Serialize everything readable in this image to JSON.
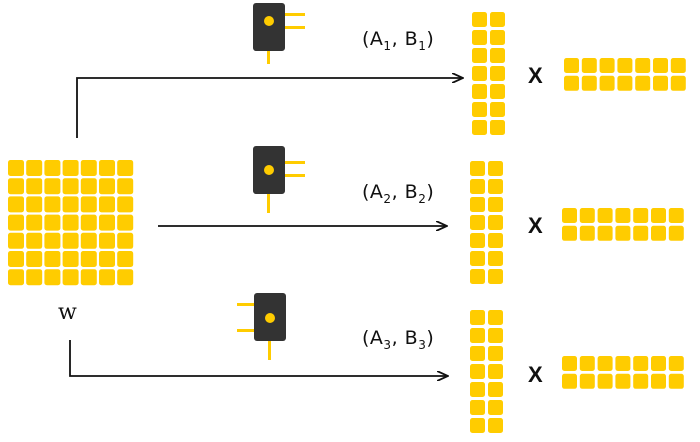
{
  "labels": {
    "weight": "w",
    "times": "X",
    "pairs": [
      {
        "a": "A",
        "a_sub": "1",
        "b": "B",
        "b_sub": "1"
      },
      {
        "a": "A",
        "a_sub": "2",
        "b": "B",
        "b_sub": "2"
      },
      {
        "a": "A",
        "a_sub": "3",
        "b": "B",
        "b_sub": "3"
      }
    ]
  },
  "grids": {
    "weight": {
      "rows": 7,
      "cols": 7
    },
    "column_vector": {
      "rows": 7,
      "cols": 2
    },
    "row_vector": {
      "rows": 2,
      "cols": 7
    }
  },
  "switches": [
    {
      "name": "switch-1",
      "state": "right"
    },
    {
      "name": "switch-2",
      "state": "right"
    },
    {
      "name": "switch-3",
      "state": "left"
    }
  ],
  "colors": {
    "cell": "#FFCC00",
    "switch_body": "#333333",
    "line": "#111111"
  }
}
